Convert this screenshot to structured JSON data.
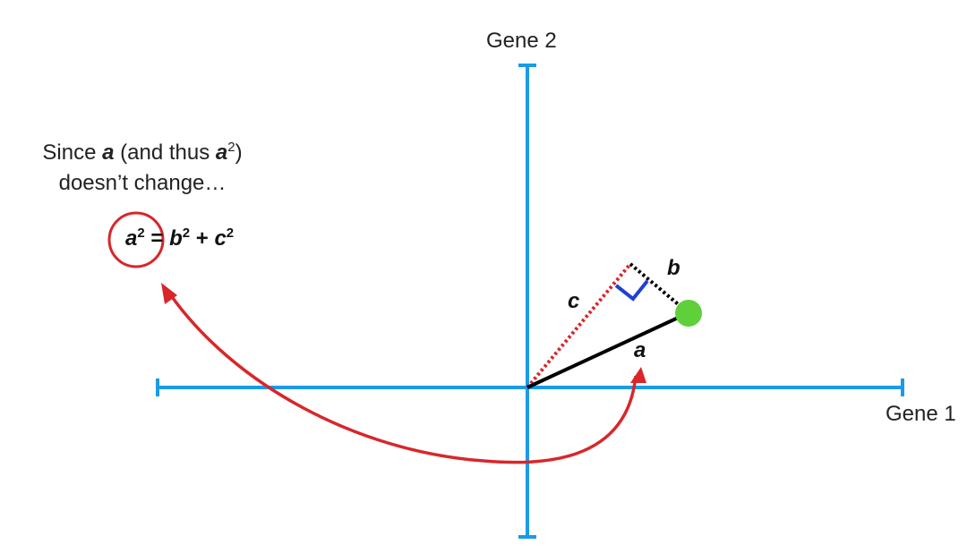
{
  "axes": {
    "x_label": "Gene 1",
    "y_label": "Gene 2"
  },
  "caption": {
    "line1_pre": "Since ",
    "var_a": "a",
    "line1_mid": " (and thus ",
    "var_a2": "a",
    "sup2": "2",
    "line1_post": ")",
    "line2": "doesn’t change…"
  },
  "equation": {
    "a": "a",
    "a_exp": "2",
    "equals": " = ",
    "b": "b",
    "b_exp": "2",
    "plus": " + ",
    "c": "c",
    "c_exp": "2"
  },
  "segments": {
    "a": "a",
    "b": "b",
    "c": "c"
  },
  "colors": {
    "axis": "#1a9be8",
    "arrow": "#d8262a",
    "point": "#5fcf3a",
    "right_angle": "#1f3fd6",
    "line_a": "#000000"
  }
}
